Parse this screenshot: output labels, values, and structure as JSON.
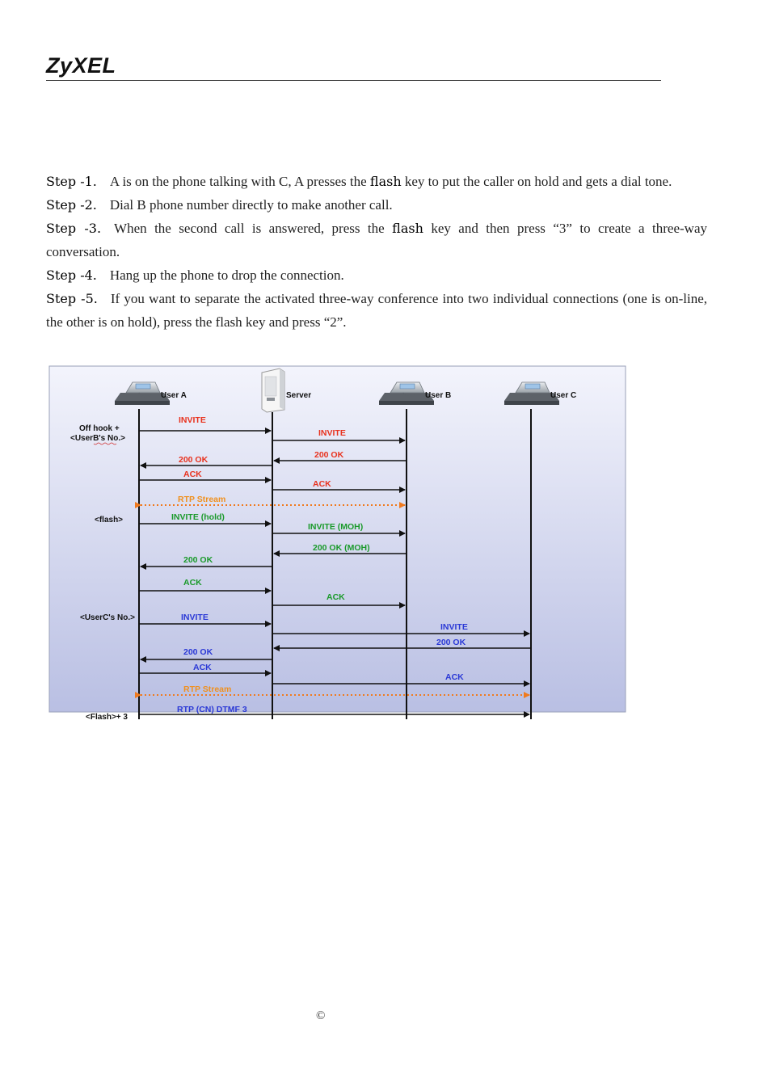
{
  "header": {
    "logo_text": "ZyXEL"
  },
  "steps": [
    {
      "label": "Step -1.",
      "parts": [
        "A is on the phone talking with C, A presses the ",
        "flash",
        " key to put the caller on hold and gets a dial tone."
      ]
    },
    {
      "label": "Step -2.",
      "parts": [
        "Dial B phone number directly to make another call."
      ]
    },
    {
      "label": "Step -3.",
      "parts": [
        "When the second call is answered, press the ",
        "flash",
        " key and then press “3” to create a three-way conversation."
      ]
    },
    {
      "label": "Step -4.",
      "parts": [
        "Hang up the phone to drop the connection."
      ]
    },
    {
      "label": "Step -5.",
      "parts": [
        "If you want to separate the activated three-way conference into two individual connections (one is on-line, the other is on hold), press the flash key and press “2”."
      ]
    }
  ],
  "diagram": {
    "participants": [
      "User A",
      "Server",
      "User B",
      "User C"
    ],
    "side_labels": [
      "Off hook +",
      "<UserB's No.>",
      "<flash>",
      "<UserC's No.>",
      "<Flash>+ 3"
    ],
    "messages": [
      {
        "label": "INVITE",
        "color": "#e8321e"
      },
      {
        "label": "INVITE",
        "color": "#e8321e"
      },
      {
        "label": "200 OK",
        "color": "#e8321e"
      },
      {
        "label": "200 OK",
        "color": "#e8321e"
      },
      {
        "label": "ACK",
        "color": "#e8321e"
      },
      {
        "label": "ACK",
        "color": "#e8321e"
      },
      {
        "label": "RTP Stream",
        "color": "#f0901e"
      },
      {
        "label": "INVITE (hold)",
        "color": "#1a9a2a"
      },
      {
        "label": "INVITE (MOH)",
        "color": "#1a9a2a"
      },
      {
        "label": "200 OK (MOH)",
        "color": "#1a9a2a"
      },
      {
        "label": "200 OK",
        "color": "#1a9a2a"
      },
      {
        "label": "ACK",
        "color": "#1a9a2a"
      },
      {
        "label": "ACK",
        "color": "#1a9a2a"
      },
      {
        "label": "INVITE",
        "color": "#2b39d6"
      },
      {
        "label": "INVITE",
        "color": "#2b39d6"
      },
      {
        "label": "200 OK",
        "color": "#2b39d6"
      },
      {
        "label": "200 OK",
        "color": "#2b39d6"
      },
      {
        "label": "ACK",
        "color": "#2b39d6"
      },
      {
        "label": "ACK",
        "color": "#2b39d6"
      },
      {
        "label": "RTP Stream",
        "color": "#f0901e"
      },
      {
        "label": "RTP (CN) DTMF 3",
        "color": "#2b39d6"
      }
    ]
  },
  "footer": {
    "text": "©"
  }
}
